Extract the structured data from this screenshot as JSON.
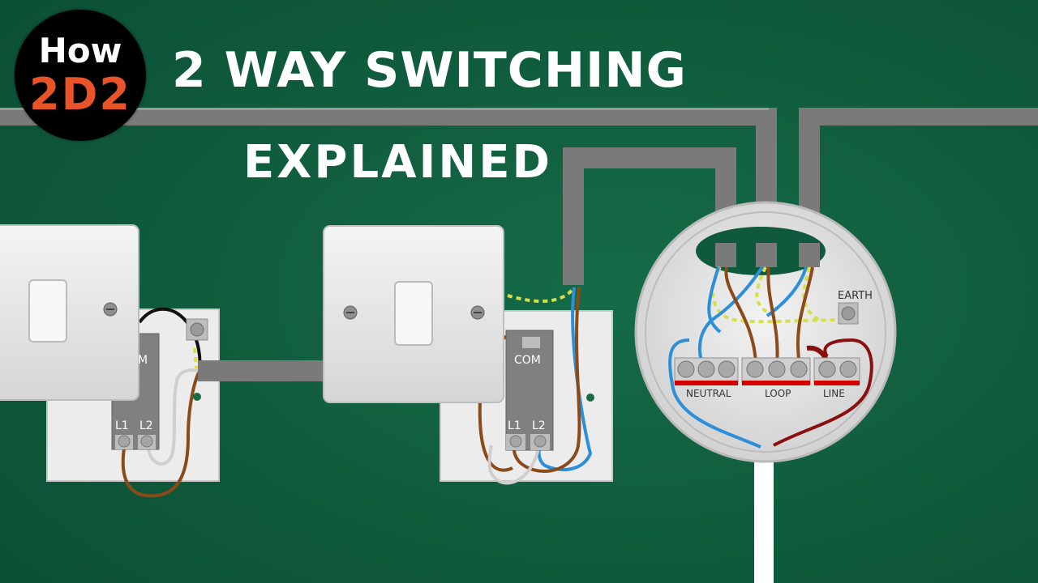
{
  "header": {
    "logo_top": "How",
    "logo_bottom": "2D2",
    "title": "2 WAY SWITCHING",
    "subtitle": "EXPLAINED"
  },
  "switch_left": {
    "terminal_com": "COM",
    "terminal_l1": "L1",
    "terminal_l2": "L2"
  },
  "switch_right": {
    "terminal_com": "COM",
    "terminal_l1": "L1",
    "terminal_l2": "L2"
  },
  "ceiling_rose": {
    "earth_label": "EARTH",
    "neutral_label": "NEUTRAL",
    "loop_label": "LOOP",
    "line_label": "LINE"
  },
  "colors": {
    "background": "#0f5a3c",
    "logo_accent": "#e8532a",
    "conduit": "#7a7a7a",
    "wire_brown": "#8a4a1a",
    "wire_blue": "#2d8fd8",
    "wire_earth": "#d7e04a",
    "wire_grey": "#cfcfcf",
    "wire_black": "#111111",
    "wire_red": "#8b0f0f",
    "terminal_bar_red": "#d40000"
  }
}
